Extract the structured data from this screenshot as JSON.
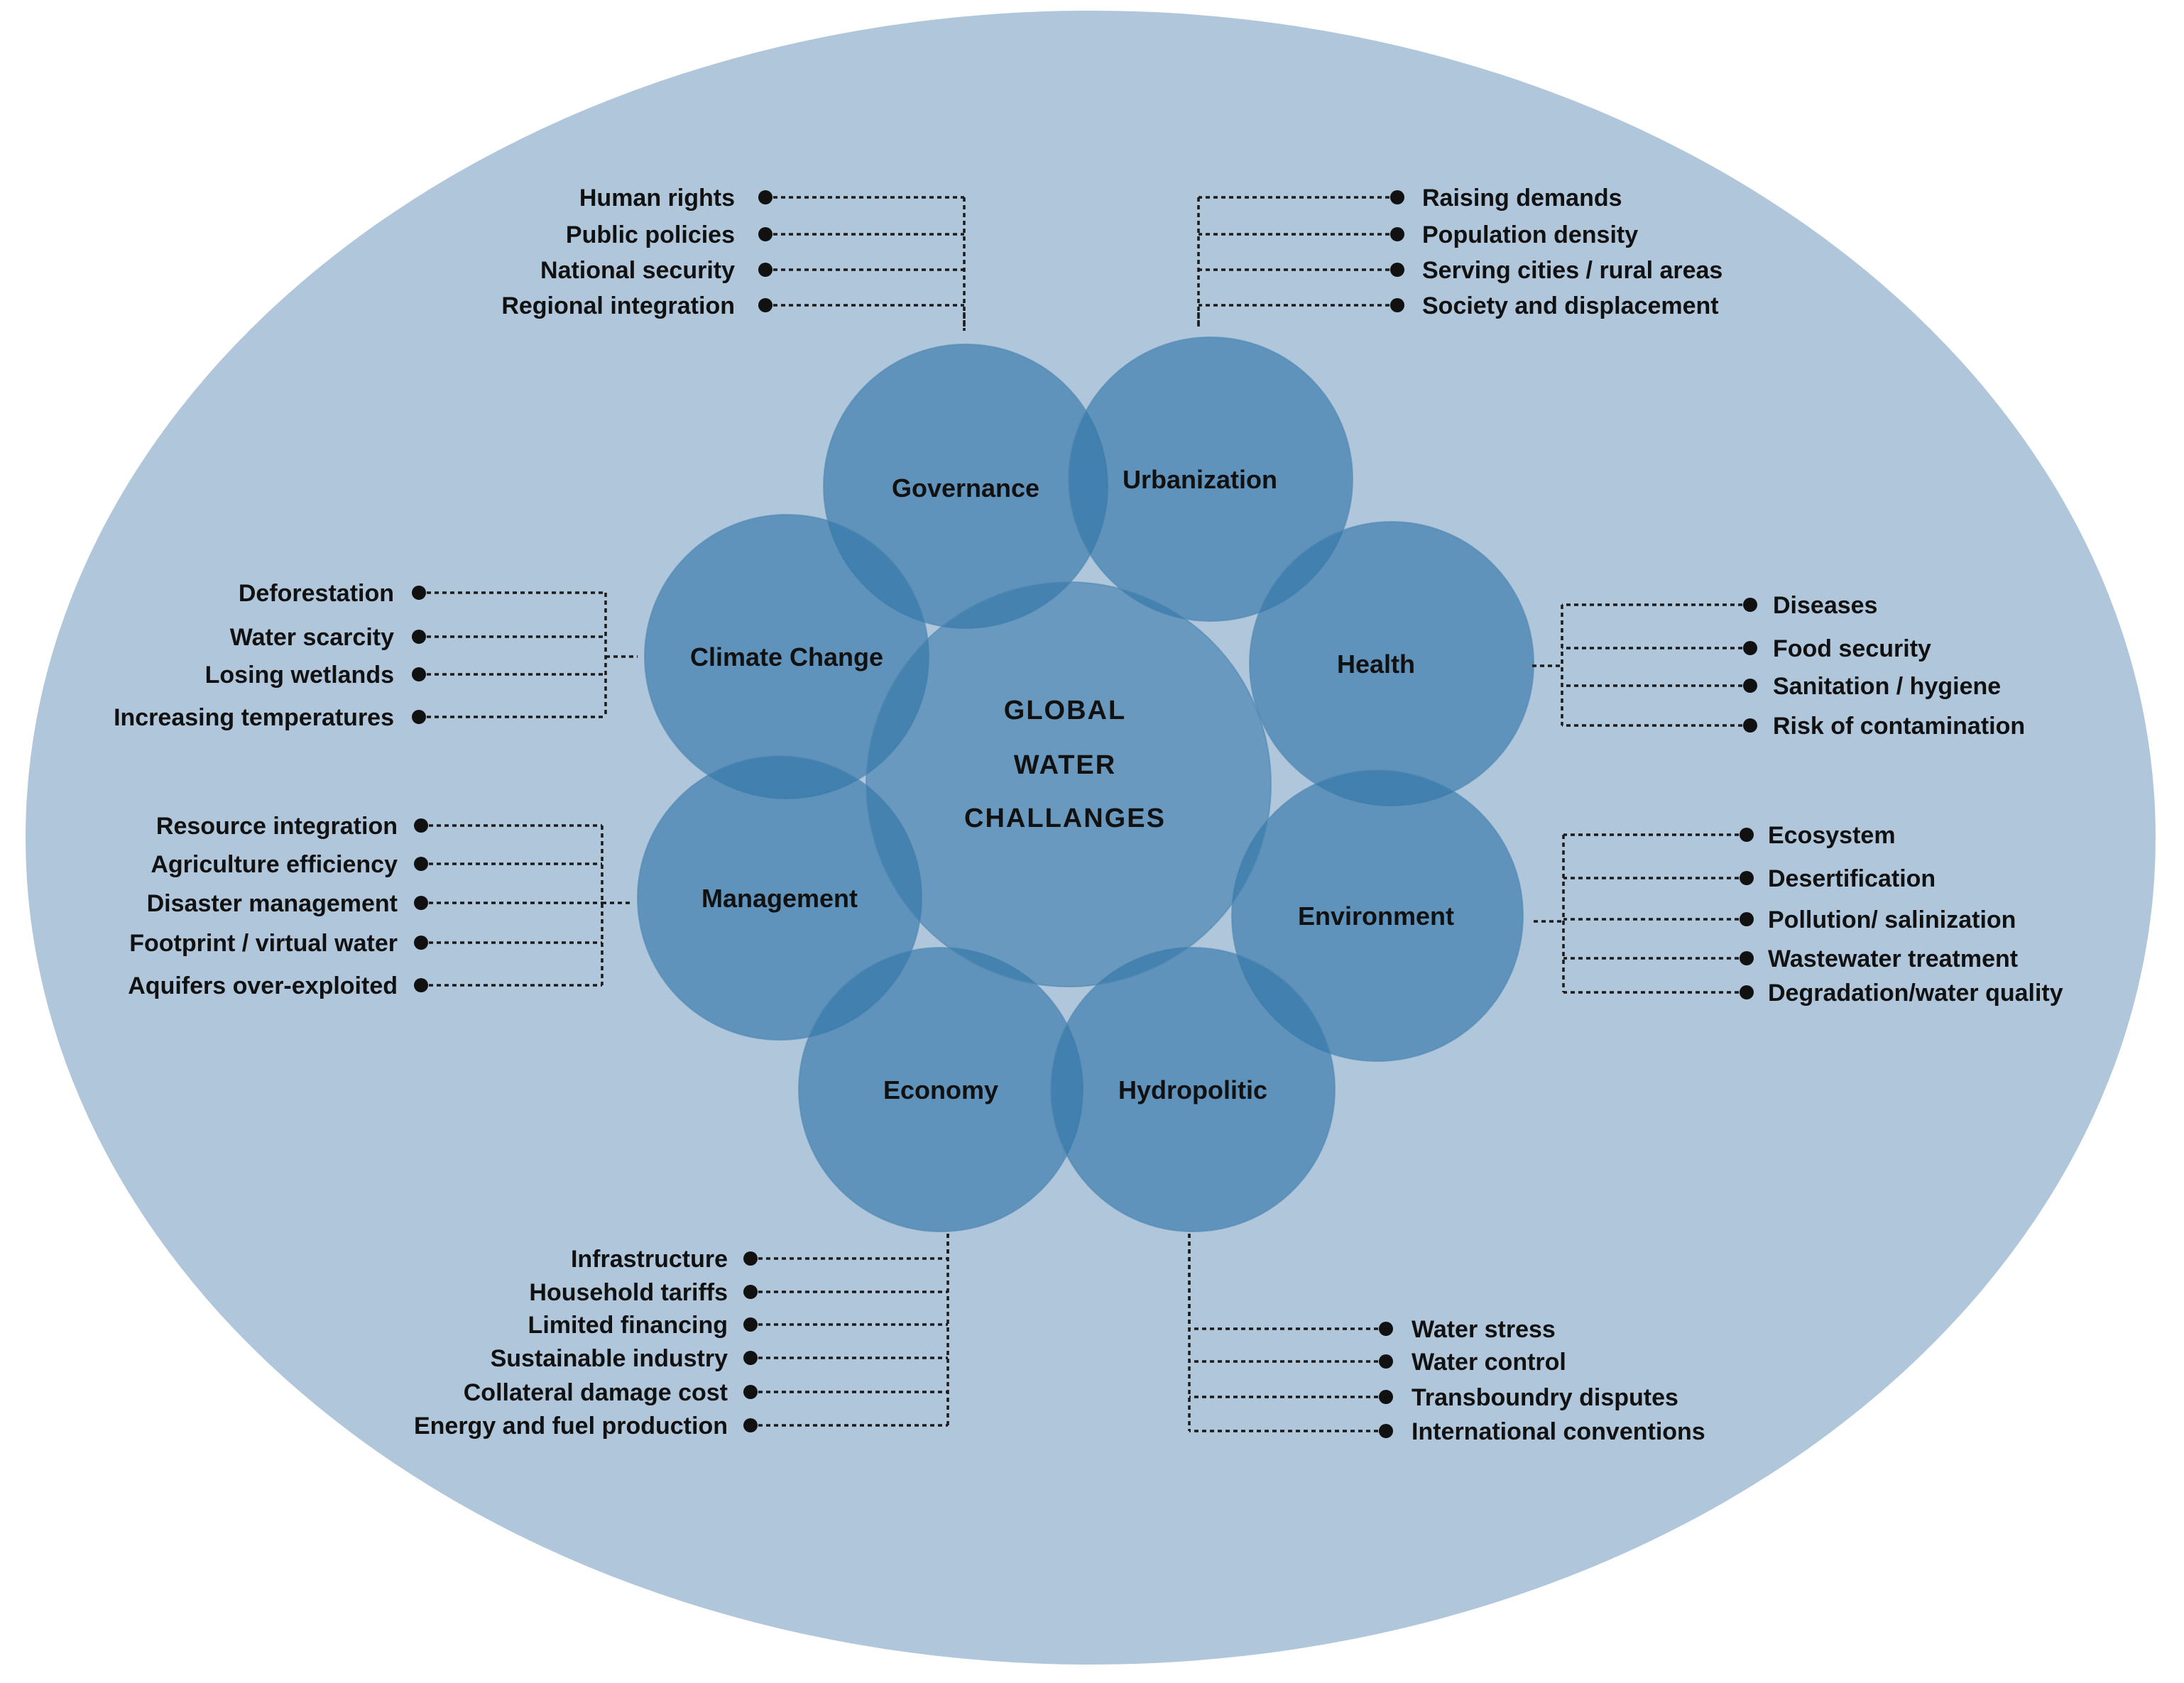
{
  "colors": {
    "background_ellipse": "#afc6db",
    "circle_fill": "#2f75a8",
    "text": "#111111"
  },
  "core": {
    "lines": [
      "GLOBAL",
      "WATER",
      "CHALLANGES"
    ]
  },
  "categories": [
    {
      "key": "governance",
      "label": "Governance",
      "items": [
        "Human rights",
        "Public policies",
        "National security",
        "Regional integration"
      ]
    },
    {
      "key": "urbanization",
      "label": "Urbanization",
      "items": [
        "Raising demands",
        "Population density",
        "Serving cities / rural areas",
        "Society and displacement"
      ]
    },
    {
      "key": "climate-change",
      "label": "Climate Change",
      "items": [
        "Deforestation",
        "Water scarcity",
        "Losing wetlands",
        "Increasing temperatures"
      ]
    },
    {
      "key": "health",
      "label": "Health",
      "items": [
        "Diseases",
        "Food security",
        "Sanitation / hygiene",
        "Risk of contamination"
      ]
    },
    {
      "key": "management",
      "label": "Management",
      "items": [
        "Resource integration",
        "Agriculture efficiency",
        "Disaster management",
        "Footprint / virtual water",
        "Aquifers over-exploited"
      ]
    },
    {
      "key": "environment",
      "label": "Environment",
      "items": [
        "Ecosystem",
        "Desertification",
        "Pollution/ salinization",
        "Wastewater treatment",
        "Degradation/water quality"
      ]
    },
    {
      "key": "economy",
      "label": "Economy",
      "items": [
        "Infrastructure",
        "Household tariffs",
        "Limited financing",
        "Sustainable industry",
        "Collateral damage cost",
        "Energy and fuel production"
      ]
    },
    {
      "key": "hydropolitic",
      "label": "Hydropolitic",
      "items": [
        "Water stress",
        "Water control",
        "Transboundry disputes",
        "International conventions"
      ]
    }
  ]
}
